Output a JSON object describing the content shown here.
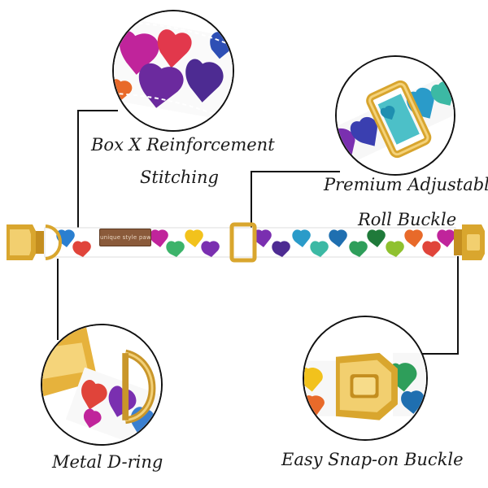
{
  "callouts": {
    "stitching": {
      "line1": "Box X Reinforcement",
      "line2": "Stitching"
    },
    "buckle_roll": {
      "line1": "Premium Adjustable",
      "line2": "Roll Buckle"
    },
    "d_ring": {
      "label": "Metal D-ring"
    },
    "snap_buckle": {
      "label": "Easy Snap-on Buckle"
    }
  },
  "collar": {
    "brand_tag": "unique style paws"
  },
  "colors": {
    "gold": "#e3b341",
    "gold_dark": "#b98a1e",
    "line": "#111111",
    "fabric": "#ffffff"
  }
}
